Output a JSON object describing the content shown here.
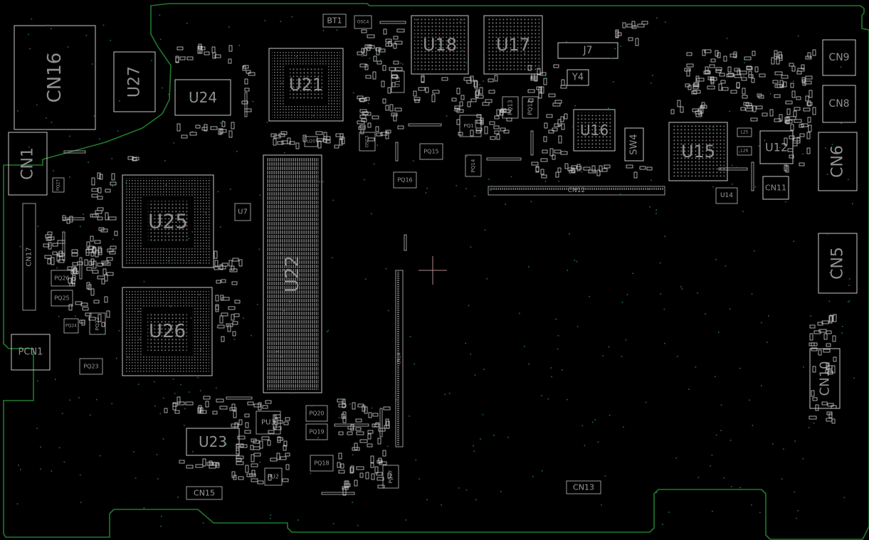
{
  "board": {
    "colors": {
      "background": "#000000",
      "edge": "#1f7a2a",
      "silkscreen": "#c8c8c8",
      "label": "#8f8f8f",
      "via": "#1f6f52",
      "cursor": "#b08a8a"
    }
  },
  "components": {
    "large": [
      "CN16",
      "U27",
      "U24",
      "U21",
      "U18",
      "U17",
      "U15",
      "U16",
      "U12",
      "CN1",
      "U25",
      "U26",
      "U22",
      "U23",
      "CN9",
      "CN8",
      "CN6",
      "CN5",
      "CN10",
      "SW4",
      "Y4",
      "J7",
      "CN11",
      "PCN1"
    ],
    "small": [
      "BT1",
      "OSC4",
      "OSC3",
      "U19",
      "U20",
      "PQ13",
      "PQ12",
      "PQ11",
      "PQ14",
      "PQ15",
      "PQ16",
      "CN12",
      "U14",
      "U7",
      "CN17",
      "PQ26",
      "PQ25",
      "PQ22",
      "PQ24",
      "PQ23",
      "PQ20",
      "PQ19",
      "PQ18",
      "PQ17",
      "PU3",
      "PU2",
      "CN15",
      "CN13",
      "CN14",
      "L25",
      "L26",
      "PQ27"
    ]
  },
  "labels": {
    "CN16": "CN16",
    "U27": "U27",
    "U24": "U24",
    "U21": "U21",
    "U18": "U18",
    "U17": "U17",
    "U15": "U15",
    "U16": "U16",
    "U12": "U12",
    "CN1": "CN1",
    "U25": "U25",
    "U26": "U26",
    "U22": "U22",
    "U23": "U23",
    "CN9": "CN9",
    "CN8": "CN8",
    "CN6": "CN6",
    "CN5": "CN5",
    "CN10": "CN10",
    "SW4": "SW4",
    "Y4": "Y4",
    "J7": "J7",
    "CN11": "CN11",
    "PCN1": "PCN1",
    "BT1": "BT1",
    "OSC4": "OSC4",
    "OSC3": "OSC3",
    "U19": "U19",
    "U20": "U20",
    "PQ13": "PQ13",
    "PQ12": "PQ12",
    "PQ11": "PQ11",
    "PQ14": "PQ14",
    "PQ15": "PQ15",
    "PQ16": "PQ16",
    "CN12": "CN12",
    "U14": "U14",
    "U7": "U7",
    "CN17": "CN17",
    "PQ26": "PQ26",
    "PQ25": "PQ25",
    "PQ22": "PQ22",
    "PQ24": "PQ24",
    "PQ23": "PQ23",
    "PQ20": "PQ20",
    "PQ19": "PQ19",
    "PQ18": "PQ18",
    "PQ17": "PQ17",
    "PU3": "PU3",
    "PU2": "PU2",
    "CN15": "CN15",
    "CN13": "CN13",
    "CN14": "CN14",
    "L25": "L25",
    "L26": "L26",
    "PQ27": "PQ27"
  }
}
